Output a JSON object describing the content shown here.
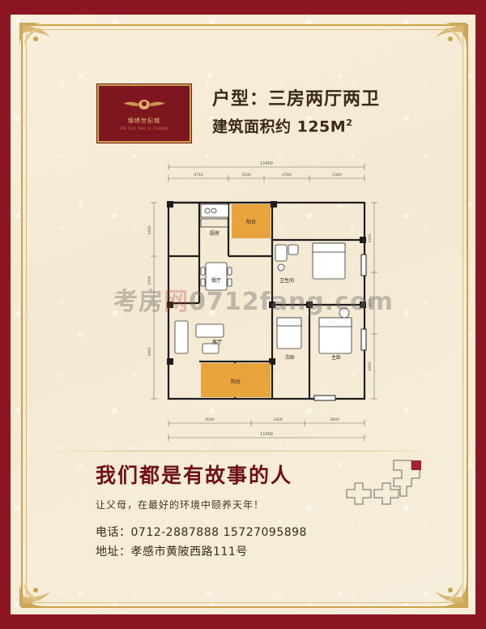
{
  "document": {
    "type": "real-estate-floor-plan-flyer",
    "bg_color": "#f6ecd8",
    "accent_red": "#8c1723",
    "accent_gold": "#c9a24a"
  },
  "logo": {
    "name_cn": "锦绣世纪城",
    "name_en": "JIN XIU SHI JI CHENG",
    "mark": "eagle-wings-icon",
    "box_color": "#7e1620",
    "text_color": "#e6c980"
  },
  "header": {
    "line1": "户型：三房两厅两卫",
    "line2_prefix": "建筑面积约 125M",
    "line2_sup": "2"
  },
  "plan": {
    "top_total_dim": "11400",
    "bottom_total_dim": "11400",
    "top_dims": [
      "3710",
      "2100",
      "2700",
      "2300"
    ],
    "bottom_dims": [
      "4500",
      "3300",
      "3600"
    ],
    "left_dims": [
      "2400",
      "1500",
      "3400"
    ],
    "right_dims": [
      "3200",
      "2800",
      "1800"
    ],
    "rooms": [
      {
        "label": "厨房",
        "name": "kitchen"
      },
      {
        "label": "阳台",
        "name": "balcony-north"
      },
      {
        "label": "餐厅",
        "name": "dining-room"
      },
      {
        "label": "卫生间",
        "name": "bathroom-1"
      },
      {
        "label": "客厅",
        "name": "living-room"
      },
      {
        "label": "阳台",
        "name": "balcony-south"
      },
      {
        "label": "次卧",
        "name": "bedroom-secondary"
      },
      {
        "label": "主卧",
        "name": "bedroom-master"
      }
    ]
  },
  "watermark": {
    "text_1": "考房",
    "text_2": "网",
    "text_3": "0712fang.com"
  },
  "slogan": {
    "main": "我们都是有故事的人",
    "sub": "让父母，在最好的环境中颐养天年！"
  },
  "contact": {
    "phone_label": "电话：",
    "phone_numbers": "0712-2887888   15727095898",
    "address_label": "地址：",
    "address": "孝感市黄陂西路111号"
  },
  "keyplan": {
    "name": "building-site-key-plan",
    "highlight_color": "#a4252f"
  }
}
